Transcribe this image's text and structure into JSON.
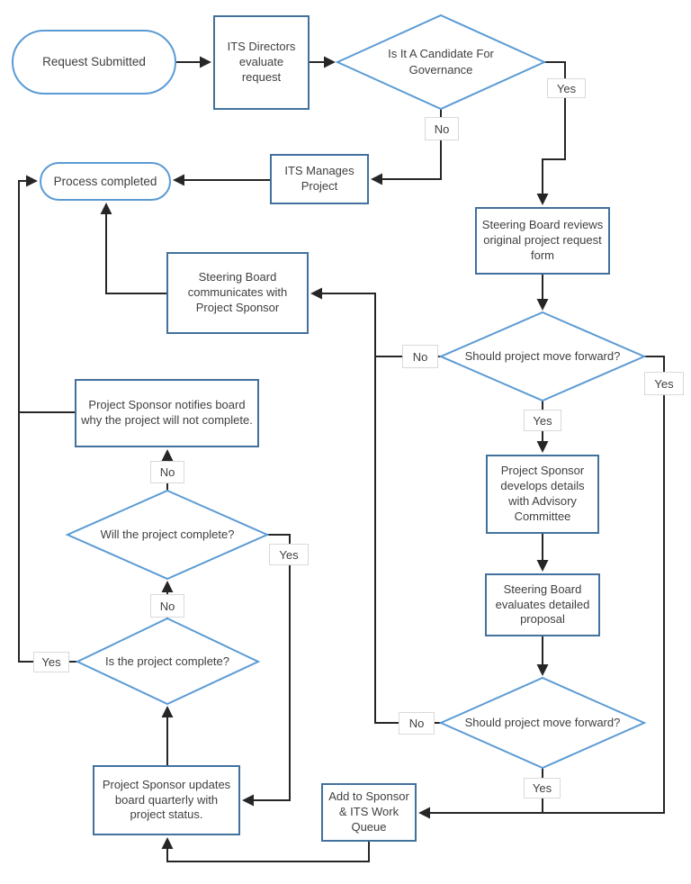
{
  "flowchart": {
    "nodes": {
      "request_submitted": "Request Submitted",
      "its_directors": "ITS Directors evaluate request",
      "candidate": "Is It A Candidate For Governance",
      "its_manages": "ITS Manages Project",
      "process_completed": "Process completed",
      "sb_reviews": "Steering Board reviews original project request form",
      "sb_communicates": "Steering Board communicates with Project Sponsor",
      "should_forward_1": "Should project move forward?",
      "ps_notifies": "Project Sponsor notifies board why the project will not complete.",
      "ps_develops": "Project Sponsor develops details with Advisory Committee",
      "sb_evaluates": "Steering Board evaluates detailed proposal",
      "will_complete": "Will the project complete?",
      "is_complete": "Is the project complete?",
      "ps_updates": "Project Sponsor updates board quarterly with project status.",
      "add_queue": "Add to Sponsor & ITS Work Queue",
      "should_forward_2": "Should project move forward?"
    },
    "edge_labels": {
      "candidate_yes": "Yes",
      "candidate_no": "No",
      "should1_no": "No",
      "should1_yes_right": "Yes",
      "should1_yes_down": "Yes",
      "will_no": "No",
      "will_yes": "Yes",
      "is_no": "No",
      "is_yes": "Yes",
      "should2_no": "No",
      "should2_yes": "Yes"
    },
    "colors": {
      "rect_border": "#41719C",
      "diamond_border": "#5B9BD5",
      "connector": "#262626",
      "text_color": "#404040",
      "label_border": "#D9D9D9"
    }
  }
}
